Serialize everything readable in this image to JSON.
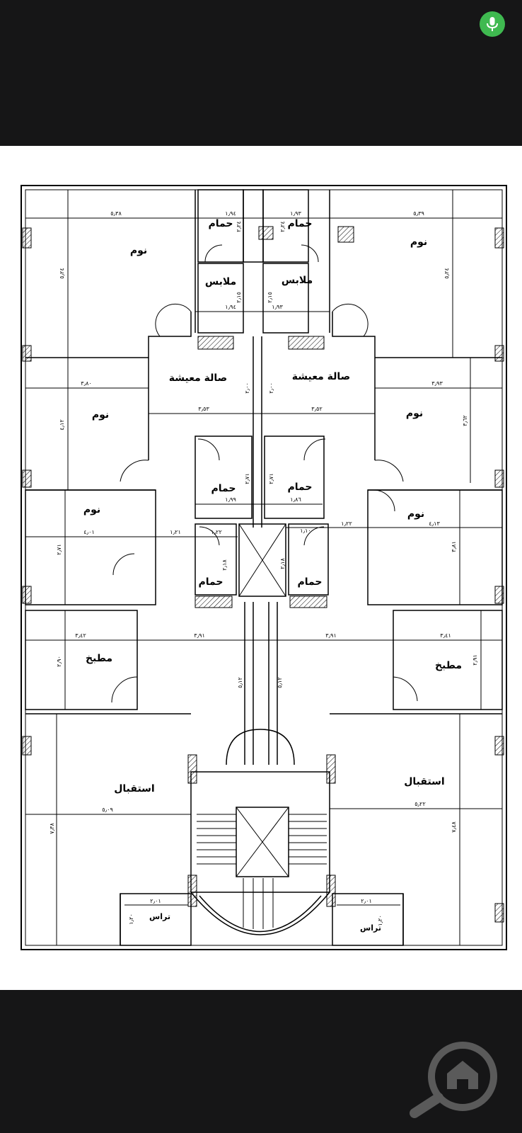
{
  "status": {
    "mic_color": "#3fb950",
    "mic_icon": "microphone-icon"
  },
  "plan": {
    "rooms": {
      "bed_tl": "نوم",
      "bed_tr": "نوم",
      "bath_tl": "حمام",
      "bath_tr": "حمام",
      "dress_l": "ملابس",
      "dress_r": "ملابس",
      "living_l": "صالة معيشة",
      "living_r": "صالة معيشة",
      "bed_ml": "نوم",
      "bed_mr": "نوم",
      "bath_ml": "حمام",
      "bath_mr": "حمام",
      "bed_ll": "نوم",
      "bed_lr": "نوم",
      "wc_l": "حمام",
      "wc_r": "حمام",
      "kitchen_l": "مطبخ",
      "kitchen_r": "مطبخ",
      "recep_l": "استقبال",
      "recep_r": "استقبال",
      "terrace_l": "تراس",
      "terrace_r": "تراس"
    },
    "dims": {
      "d1": "٥٫٣٨",
      "d2": "٥٫٢٤",
      "d3": "١٫٩٤",
      "d4": "٢٫٢٤",
      "d5": "١٫٩٣",
      "d6": "٢٫٢٤",
      "d7": "٥٫٣٩",
      "d8": "٥٫٢٤",
      "d9": "٢٫١٥",
      "d10": "١٫٩٤",
      "d11": "٢٫١٥",
      "d12": "١٫٩٣",
      "d13": "٣٫٨٠",
      "d14": "٤٫١٢",
      "d15": "٣٫٥٣",
      "d16": "٢٫٠٠",
      "d17": "٢٫٠٠",
      "d18": "٣٫٥٢",
      "d19": "٣٫٩٣",
      "d20": "٣٫٦٢",
      "d21": "٢٫٧١",
      "d22": "٢٫٧١",
      "d23": "١٫٩٩",
      "d24": "١٫٨٦",
      "d25": "٤٫٠١",
      "d26": "٢٫٧١",
      "d27": "١٫٢١",
      "d28": "١٫٢٢",
      "d29": "١٫١٠",
      "d30": "١٫٢٢",
      "d31": "٤٫١٣",
      "d32": "٣٫٨١",
      "d33": "٢٫١٨",
      "d34": "٢٫١٨",
      "d35": "٣٫٤٢",
      "d36": "٣٫٩١",
      "d37": "٣٫٩١",
      "d38": "٣٫٤١",
      "d39": "٢٫٩٠",
      "d40": "٢٫٩١",
      "d41": "٥٫١٢",
      "d42": "٥٫١٢",
      "d43": "٥٫٠٩",
      "d44": "٥٫٢٢",
      "d45": "٧٫٣٨",
      "d46": "٧٫٤٨",
      "d47": "٢٫٠١",
      "d48": "٢٫٠١",
      "d49": "١٫٢٠",
      "d50": "١٫٢٠"
    }
  },
  "footer": {
    "watermark_icon": "home-search-icon"
  }
}
